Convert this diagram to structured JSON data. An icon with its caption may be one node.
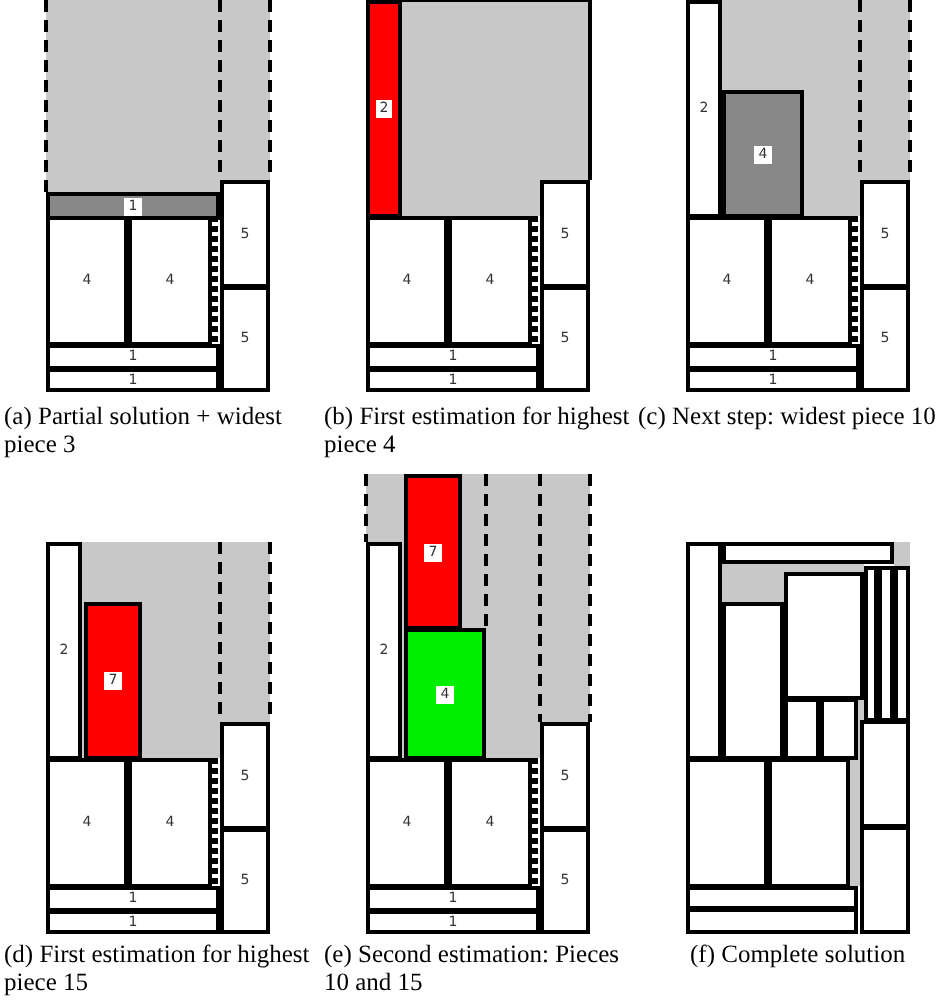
{
  "diagram": {
    "nodes": [
      {
        "text": [
          "1"
        ]
      },
      {
        "text": [
          "4"
        ]
      },
      {
        "text": [
          "4"
        ]
      },
      {
        "text": [
          "5"
        ]
      },
      {
        "text": [
          "5"
        ]
      },
      {
        "text": [
          "1"
        ]
      },
      {
        "text": [
          "1"
        ]
      },
      {
        "text": [
          "2"
        ]
      },
      {
        "text": [
          "4"
        ]
      },
      {
        "text": [
          "4"
        ]
      },
      {
        "text": [
          "5"
        ]
      },
      {
        "text": [
          "5"
        ]
      },
      {
        "text": [
          "1"
        ]
      },
      {
        "text": [
          "1"
        ]
      },
      {
        "text": [
          "2"
        ]
      },
      {
        "text": [
          "4"
        ]
      },
      {
        "text": [
          "4"
        ]
      },
      {
        "text": [
          "4"
        ]
      },
      {
        "text": [
          "5"
        ]
      },
      {
        "text": [
          "5"
        ]
      },
      {
        "text": [
          "1"
        ]
      },
      {
        "text": [
          "1"
        ]
      },
      {
        "text": [
          "2"
        ]
      },
      {
        "text": [
          "7"
        ]
      },
      {
        "text": [
          "4"
        ]
      },
      {
        "text": [
          "4"
        ]
      },
      {
        "text": [
          "5"
        ]
      },
      {
        "text": [
          "5"
        ]
      },
      {
        "text": [
          "1"
        ]
      },
      {
        "text": [
          "1"
        ]
      },
      {
        "text": [
          "7"
        ]
      },
      {
        "text": [
          "2"
        ]
      },
      {
        "text": [
          "4"
        ]
      },
      {
        "text": [
          "4"
        ]
      },
      {
        "text": [
          "4"
        ]
      },
      {
        "text": [
          "5"
        ]
      },
      {
        "text": [
          "5"
        ]
      },
      {
        "text": [
          "1"
        ]
      },
      {
        "text": [
          "1"
        ]
      },
      {
        "text": [],
        "shape": "box"
      },
      {
        "text": [],
        "shape": "box"
      },
      {
        "text": [],
        "shape": "box"
      },
      {
        "text": [],
        "shape": "box"
      },
      {
        "text": [],
        "shape": "box"
      },
      {
        "text": [],
        "shape": "box"
      },
      {
        "text": [],
        "shape": "box"
      },
      {
        "text": [],
        "shape": "box"
      },
      {
        "text": [],
        "shape": "box"
      },
      {
        "text": [],
        "shape": "box"
      },
      {
        "text": [],
        "shape": "box"
      },
      {
        "text": [],
        "shape": "box"
      },
      {
        "text": [],
        "shape": "box"
      },
      {
        "text": [],
        "shape": "box"
      },
      {
        "text": [],
        "shape": "box"
      }
    ],
    "labels": [
      "(a) Partial solution + widest piece 3",
      "(b) First estimation for highest piece 4",
      "(c) Next step: widest piece 10",
      "(d) First estimation for highest piece 15",
      "(e) Second estimation: Pieces 10 and 15",
      "(f) Complete solution"
    ]
  }
}
